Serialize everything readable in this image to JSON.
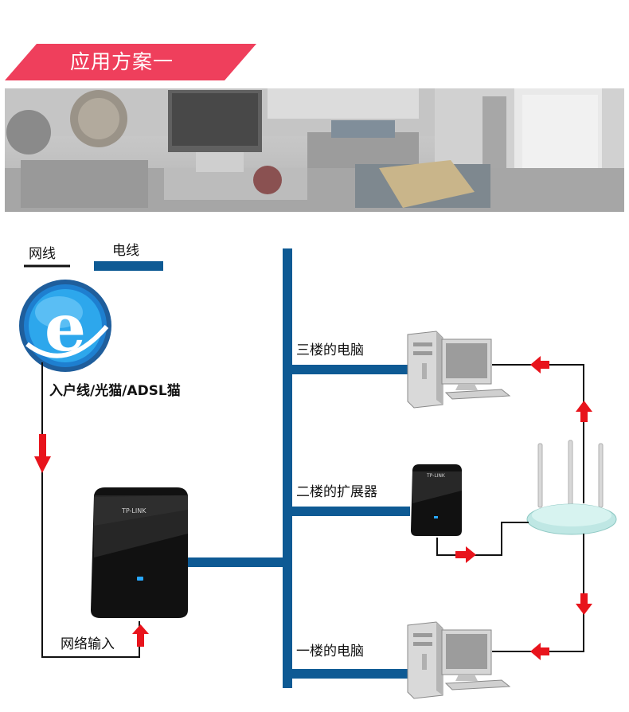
{
  "banner": {
    "title": "应用方案一",
    "color": "#ef3f5c"
  },
  "legend": {
    "network_line": "网线",
    "power_line": "电线",
    "power_color": "#0e5a94"
  },
  "source": {
    "label": "入户线/光猫/ADSL猫"
  },
  "main_adapter": {
    "brand": "TP-LINK"
  },
  "network_input": {
    "label": "网络输入"
  },
  "floors": [
    {
      "label": "三楼的电脑"
    },
    {
      "label": "二楼的扩展器"
    },
    {
      "label": "一楼的电脑"
    }
  ],
  "extender": {
    "brand": "TP-LINK"
  },
  "arrow_color": "#e8141c"
}
